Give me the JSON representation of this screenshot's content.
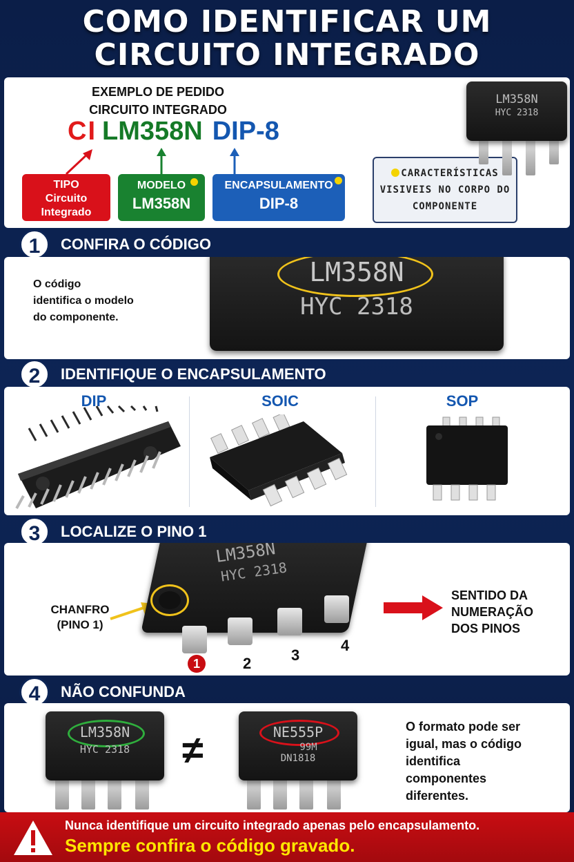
{
  "title": {
    "line1": "COMO IDENTIFICAR UM",
    "line2": "CIRCUITO INTEGRADO"
  },
  "example": {
    "heading_line1": "EXEMPLO DE PEDIDO",
    "heading_line2": "CIRCUITO INTEGRADO",
    "code_prefix": "CI",
    "code_model": "LM358N",
    "code_package": "DIP-8",
    "tag_type": {
      "line1": "TIPO",
      "line2": "Circuito",
      "line3": "Integrado"
    },
    "tag_model": {
      "label": "MODELO",
      "value": "LM358N"
    },
    "tag_package": {
      "label": "ENCAPSULAMENTO",
      "value": "DIP-8"
    },
    "note": {
      "line1": "CARACTERÍSTICAS",
      "line2": "VISIVEIS NO CORPO DO",
      "line3": "COMPONENTE"
    },
    "chip": {
      "line1": "LM358N",
      "line2": "HYC 2318"
    }
  },
  "step1": {
    "number": "1",
    "title": "CONFIRA O CÓDIGO",
    "text_line1": "O código",
    "text_line2": "identifica o modelo",
    "text_line3": "do componente.",
    "chip": {
      "line1": "LM358N",
      "line2": "HYC 2318"
    }
  },
  "step2": {
    "number": "2",
    "title": "IDENTIFIQUE O ENCAPSULAMENTO",
    "packages": [
      "DIP",
      "SOIC",
      "SOP"
    ]
  },
  "step3": {
    "number": "3",
    "title": "LOCALIZE O PINO 1",
    "chanfro_line1": "CHANFRO",
    "chanfro_line2": "(PINO 1)",
    "direction_line1": "SENTIDO DA",
    "direction_line2": "NUMERAÇÃO",
    "direction_line3": "DOS PINOS",
    "pins": [
      "1",
      "2",
      "3",
      "4"
    ],
    "chip": {
      "line1": "LM358N",
      "line2": "HYC 2318"
    }
  },
  "step4": {
    "number": "4",
    "title": "NÃO CONFUNDA",
    "chip_a": {
      "line1": "LM358N",
      "line2": "HYC 2318"
    },
    "chip_b": {
      "line1": "NE555P",
      "line2": "99M",
      "line3": "DN1818"
    },
    "neq": "≠",
    "text_line1": "O formato pode ser",
    "text_line2": "igual, mas o código",
    "text_line3": "identifica",
    "text_line4": "componentes",
    "text_line5": "diferentes."
  },
  "warning": {
    "line1": "Nunca identifique um circuito integrado apenas pelo encapsulamento.",
    "line2": "Sempre confira o código gravado."
  },
  "colors": {
    "background": "#0d2556",
    "red": "#d9111a",
    "green": "#198230",
    "blue": "#1c5fb8",
    "yellow": "#f4d300"
  }
}
